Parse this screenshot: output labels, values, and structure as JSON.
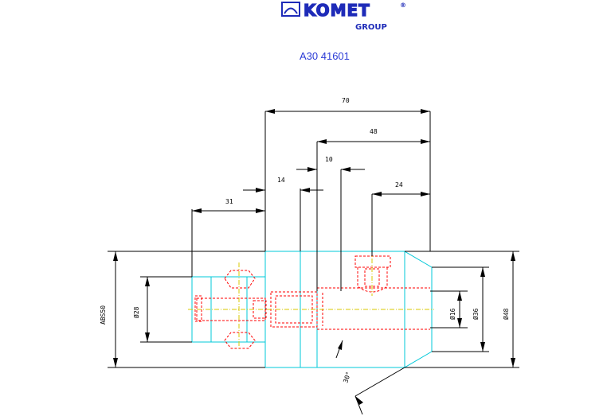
{
  "header": {
    "logo": {
      "brand": "KOMET",
      "registered": "®",
      "group": "GROUP"
    },
    "part_number": "A30 41601"
  },
  "dimensions": {
    "len_70": "70",
    "len_48": "48",
    "len_10": "10",
    "len_14": "14",
    "len_24": "24",
    "len_31": "31",
    "dia_abs50": "ABS50",
    "dia_28": "Ø28",
    "dia_16": "Ø16",
    "dia_36": "Ø36",
    "dia_48": "Ø48",
    "angle_30": "30°"
  },
  "colors": {
    "brand_blue": "#1e2bb8",
    "outline_cyan": "#00c8d8",
    "hidden_red": "#ff0000",
    "centerline_yellow": "#d8c800",
    "dimension_black": "#000000"
  }
}
